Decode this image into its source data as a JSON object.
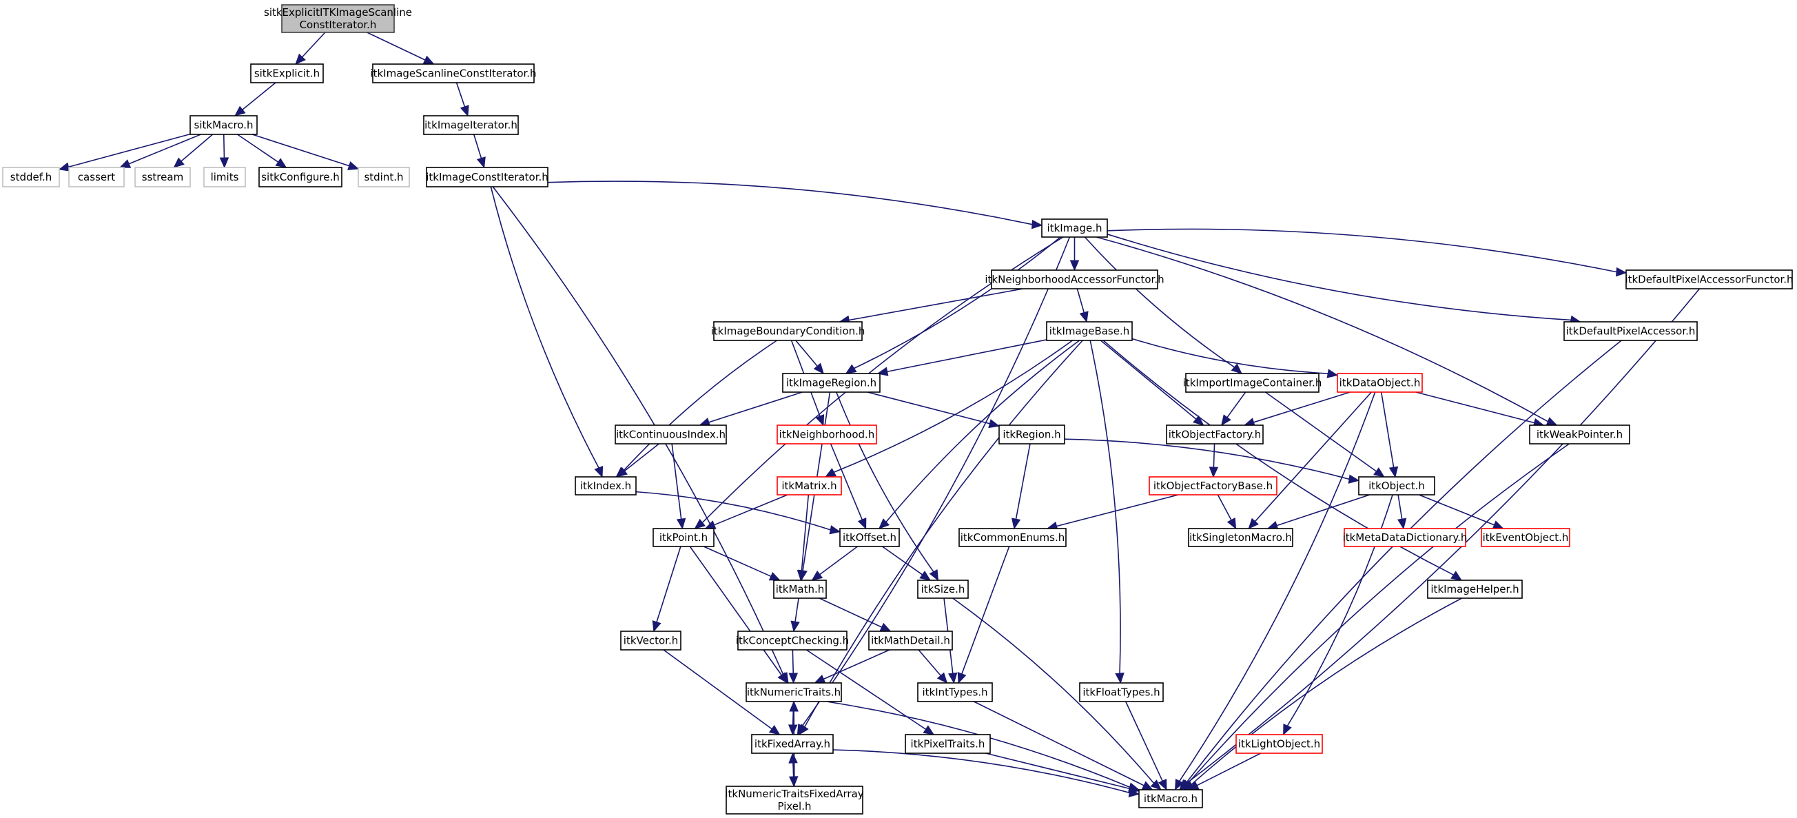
{
  "title": "sitkExplicitITKImageScanlineConstIterator.h include dependency graph",
  "legend": {
    "root_fill": "#bfbfbf",
    "normal_border": "#000000",
    "missing_border": "#bfbfbf",
    "truncated_border": "#ff0000",
    "edge_color": "#191970"
  },
  "nodes": [
    {
      "id": "root",
      "label": [
        "sitkExplicitITKImageScanline",
        "ConstIterator.h"
      ],
      "kind": "root"
    },
    {
      "id": "sitkExplicit",
      "label": [
        "sitkExplicit.h"
      ],
      "kind": "normal"
    },
    {
      "id": "itkImageScanlineConstIterator",
      "label": [
        "itkImageScanlineConstIterator.h"
      ],
      "kind": "normal"
    },
    {
      "id": "sitkMacro",
      "label": [
        "sitkMacro.h"
      ],
      "kind": "normal"
    },
    {
      "id": "stddef",
      "label": [
        "stddef.h"
      ],
      "kind": "missing"
    },
    {
      "id": "cassert",
      "label": [
        "cassert"
      ],
      "kind": "missing"
    },
    {
      "id": "sstream",
      "label": [
        "sstream"
      ],
      "kind": "missing"
    },
    {
      "id": "limits",
      "label": [
        "limits"
      ],
      "kind": "missing"
    },
    {
      "id": "sitkConfigure",
      "label": [
        "sitkConfigure.h"
      ],
      "kind": "normal"
    },
    {
      "id": "stdint",
      "label": [
        "stdint.h"
      ],
      "kind": "missing"
    },
    {
      "id": "itkImageIterator",
      "label": [
        "itkImageIterator.h"
      ],
      "kind": "normal"
    },
    {
      "id": "itkImageConstIterator",
      "label": [
        "itkImageConstIterator.h"
      ],
      "kind": "normal"
    },
    {
      "id": "itkImage",
      "label": [
        "itkImage.h"
      ],
      "kind": "normal"
    },
    {
      "id": "itkNeighborhoodAccessorFunctor",
      "label": [
        "itkNeighborhoodAccessorFunctor.h"
      ],
      "kind": "normal"
    },
    {
      "id": "itkDefaultPixelAccessorFunctor",
      "label": [
        "itkDefaultPixelAccessorFunctor.h"
      ],
      "kind": "normal"
    },
    {
      "id": "itkImageBoundaryCondition",
      "label": [
        "itkImageBoundaryCondition.h"
      ],
      "kind": "normal"
    },
    {
      "id": "itkImageBase",
      "label": [
        "itkImageBase.h"
      ],
      "kind": "normal"
    },
    {
      "id": "itkDefaultPixelAccessor",
      "label": [
        "itkDefaultPixelAccessor.h"
      ],
      "kind": "normal"
    },
    {
      "id": "itkImageRegion",
      "label": [
        "itkImageRegion.h"
      ],
      "kind": "normal"
    },
    {
      "id": "itkImportImageContainer",
      "label": [
        "itkImportImageContainer.h"
      ],
      "kind": "normal"
    },
    {
      "id": "itkDataObject",
      "label": [
        "itkDataObject.h"
      ],
      "kind": "truncated"
    },
    {
      "id": "itkContinuousIndex",
      "label": [
        "itkContinuousIndex.h"
      ],
      "kind": "normal"
    },
    {
      "id": "itkNeighborhood",
      "label": [
        "itkNeighborhood.h"
      ],
      "kind": "truncated"
    },
    {
      "id": "itkRegion",
      "label": [
        "itkRegion.h"
      ],
      "kind": "normal"
    },
    {
      "id": "itkObjectFactory",
      "label": [
        "itkObjectFactory.h"
      ],
      "kind": "normal"
    },
    {
      "id": "itkWeakPointer",
      "label": [
        "itkWeakPointer.h"
      ],
      "kind": "normal"
    },
    {
      "id": "itkIndex",
      "label": [
        "itkIndex.h"
      ],
      "kind": "normal"
    },
    {
      "id": "itkMatrix",
      "label": [
        "itkMatrix.h"
      ],
      "kind": "truncated"
    },
    {
      "id": "itkObjectFactoryBase",
      "label": [
        "itkObjectFactoryBase.h"
      ],
      "kind": "truncated"
    },
    {
      "id": "itkObject",
      "label": [
        "itkObject.h"
      ],
      "kind": "normal"
    },
    {
      "id": "itkPoint",
      "label": [
        "itkPoint.h"
      ],
      "kind": "normal"
    },
    {
      "id": "itkOffset",
      "label": [
        "itkOffset.h"
      ],
      "kind": "normal"
    },
    {
      "id": "itkCommonEnums",
      "label": [
        "itkCommonEnums.h"
      ],
      "kind": "normal"
    },
    {
      "id": "itkSingletonMacro",
      "label": [
        "itkSingletonMacro.h"
      ],
      "kind": "normal"
    },
    {
      "id": "itkMetaDataDictionary",
      "label": [
        "itkMetaDataDictionary.h"
      ],
      "kind": "truncated"
    },
    {
      "id": "itkEventObject",
      "label": [
        "itkEventObject.h"
      ],
      "kind": "truncated"
    },
    {
      "id": "itkMath",
      "label": [
        "itkMath.h"
      ],
      "kind": "normal"
    },
    {
      "id": "itkSize",
      "label": [
        "itkSize.h"
      ],
      "kind": "normal"
    },
    {
      "id": "itkImageHelper",
      "label": [
        "itkImageHelper.h"
      ],
      "kind": "normal"
    },
    {
      "id": "itkVector",
      "label": [
        "itkVector.h"
      ],
      "kind": "normal"
    },
    {
      "id": "itkConceptChecking",
      "label": [
        "itkConceptChecking.h"
      ],
      "kind": "normal"
    },
    {
      "id": "itkMathDetail",
      "label": [
        "itkMathDetail.h"
      ],
      "kind": "normal"
    },
    {
      "id": "itkNumericTraits",
      "label": [
        "itkNumericTraits.h"
      ],
      "kind": "normal"
    },
    {
      "id": "itkIntTypes",
      "label": [
        "itkIntTypes.h"
      ],
      "kind": "normal"
    },
    {
      "id": "itkFloatTypes",
      "label": [
        "itkFloatTypes.h"
      ],
      "kind": "normal"
    },
    {
      "id": "itkFixedArray",
      "label": [
        "itkFixedArray.h"
      ],
      "kind": "normal"
    },
    {
      "id": "itkPixelTraits",
      "label": [
        "itkPixelTraits.h"
      ],
      "kind": "normal"
    },
    {
      "id": "itkLightObject",
      "label": [
        "itkLightObject.h"
      ],
      "kind": "truncated"
    },
    {
      "id": "itkNumericTraitsFixedArrayPixel",
      "label": [
        "itkNumericTraitsFixedArray",
        "Pixel.h"
      ],
      "kind": "normal"
    },
    {
      "id": "itkMacro",
      "label": [
        "itkMacro.h"
      ],
      "kind": "normal"
    }
  ],
  "edges": [
    [
      "root",
      "sitkExplicit"
    ],
    [
      "root",
      "itkImageScanlineConstIterator"
    ],
    [
      "sitkExplicit",
      "sitkMacro"
    ],
    [
      "sitkMacro",
      "stddef"
    ],
    [
      "sitkMacro",
      "cassert"
    ],
    [
      "sitkMacro",
      "sstream"
    ],
    [
      "sitkMacro",
      "limits"
    ],
    [
      "sitkMacro",
      "sitkConfigure"
    ],
    [
      "sitkMacro",
      "stdint"
    ],
    [
      "itkImageScanlineConstIterator",
      "itkImageIterator"
    ],
    [
      "itkImageIterator",
      "itkImageConstIterator"
    ],
    [
      "itkImageConstIterator",
      "itkImage"
    ],
    [
      "itkImageConstIterator",
      "itkIndex"
    ],
    [
      "itkImageConstIterator",
      "itkNumericTraits"
    ],
    [
      "itkImage",
      "itkNeighborhoodAccessorFunctor"
    ],
    [
      "itkImage",
      "itkDefaultPixelAccessorFunctor"
    ],
    [
      "itkImage",
      "itkDefaultPixelAccessor"
    ],
    [
      "itkImage",
      "itkImageRegion"
    ],
    [
      "itkImage",
      "itkImportImageContainer"
    ],
    [
      "itkImage",
      "itkWeakPointer"
    ],
    [
      "itkImage",
      "itkPoint"
    ],
    [
      "itkImage",
      "itkFixedArray"
    ],
    [
      "itkNeighborhoodAccessorFunctor",
      "itkImageBoundaryCondition"
    ],
    [
      "itkNeighborhoodAccessorFunctor",
      "itkImageBase"
    ],
    [
      "itkImageBoundaryCondition",
      "itkImageRegion"
    ],
    [
      "itkImageBoundaryCondition",
      "itkNeighborhood"
    ],
    [
      "itkImageBoundaryCondition",
      "itkIndex"
    ],
    [
      "itkImageBase",
      "itkImageRegion"
    ],
    [
      "itkImageBase",
      "itkDataObject"
    ],
    [
      "itkImageBase",
      "itkObjectFactory"
    ],
    [
      "itkImageBase",
      "itkOffset"
    ],
    [
      "itkImageBase",
      "itkMatrix"
    ],
    [
      "itkImageBase",
      "itkFixedArray"
    ],
    [
      "itkImageBase",
      "itkFloatTypes"
    ],
    [
      "itkImageBase",
      "itkImageHelper"
    ],
    [
      "itkImageRegion",
      "itkContinuousIndex"
    ],
    [
      "itkImageRegion",
      "itkRegion"
    ],
    [
      "itkImageRegion",
      "itkMath"
    ],
    [
      "itkImageRegion",
      "itkSize"
    ],
    [
      "itkImportImageContainer",
      "itkObjectFactory"
    ],
    [
      "itkImportImageContainer",
      "itkObject"
    ],
    [
      "itkDataObject",
      "itkObjectFactory"
    ],
    [
      "itkDataObject",
      "itkWeakPointer"
    ],
    [
      "itkDataObject",
      "itkObject"
    ],
    [
      "itkDataObject",
      "itkSingletonMacro"
    ],
    [
      "itkDataObject",
      "itkMacro"
    ],
    [
      "itkContinuousIndex",
      "itkIndex"
    ],
    [
      "itkContinuousIndex",
      "itkPoint"
    ],
    [
      "itkNeighborhood",
      "itkOffset"
    ],
    [
      "itkRegion",
      "itkObject"
    ],
    [
      "itkRegion",
      "itkCommonEnums"
    ],
    [
      "itkObjectFactory",
      "itkObjectFactoryBase"
    ],
    [
      "itkObjectFactoryBase",
      "itkCommonEnums"
    ],
    [
      "itkObjectFactoryBase",
      "itkSingletonMacro"
    ],
    [
      "itkObject",
      "itkSingletonMacro"
    ],
    [
      "itkObject",
      "itkMetaDataDictionary"
    ],
    [
      "itkObject",
      "itkEventObject"
    ],
    [
      "itkObject",
      "itkLightObject"
    ],
    [
      "itkWeakPointer",
      "itkMacro"
    ],
    [
      "itkIndex",
      "itkOffset"
    ],
    [
      "itkMatrix",
      "itkPoint"
    ],
    [
      "itkMatrix",
      "itkMath"
    ],
    [
      "itkPoint",
      "itkMath"
    ],
    [
      "itkPoint",
      "itkVector"
    ],
    [
      "itkPoint",
      "itkNumericTraits"
    ],
    [
      "itkOffset",
      "itkMath"
    ],
    [
      "itkOffset",
      "itkSize"
    ],
    [
      "itkCommonEnums",
      "itkIntTypes"
    ],
    [
      "itkMath",
      "itkConceptChecking"
    ],
    [
      "itkMath",
      "itkMathDetail"
    ],
    [
      "itkSize",
      "itkIntTypes"
    ],
    [
      "itkSize",
      "itkMacro"
    ],
    [
      "itkImageHelper",
      "itkMacro"
    ],
    [
      "itkVector",
      "itkFixedArray"
    ],
    [
      "itkConceptChecking",
      "itkNumericTraits"
    ],
    [
      "itkConceptChecking",
      "itkPixelTraits"
    ],
    [
      "itkMathDetail",
      "itkNumericTraits"
    ],
    [
      "itkMathDetail",
      "itkIntTypes"
    ],
    [
      "itkNumericTraits",
      "itkFixedArray"
    ],
    [
      "itkNumericTraits",
      "itkMacro"
    ],
    [
      "itkIntTypes",
      "itkMacro"
    ],
    [
      "itkFloatTypes",
      "itkMacro"
    ],
    [
      "itkFixedArray",
      "itkNumericTraitsFixedArrayPixel"
    ],
    [
      "itkFixedArray",
      "itkMacro"
    ],
    [
      "itkNumericTraitsFixedArrayPixel",
      "itkFixedArray"
    ],
    [
      "itkNumericTraitsFixedArrayPixel",
      "itkNumericTraits"
    ],
    [
      "itkPixelTraits",
      "itkMacro"
    ],
    [
      "itkLightObject",
      "itkMacro"
    ],
    [
      "itkDefaultPixelAccessor",
      "itkMacro"
    ],
    [
      "itkDefaultPixelAccessorFunctor",
      "itkMacro"
    ]
  ]
}
